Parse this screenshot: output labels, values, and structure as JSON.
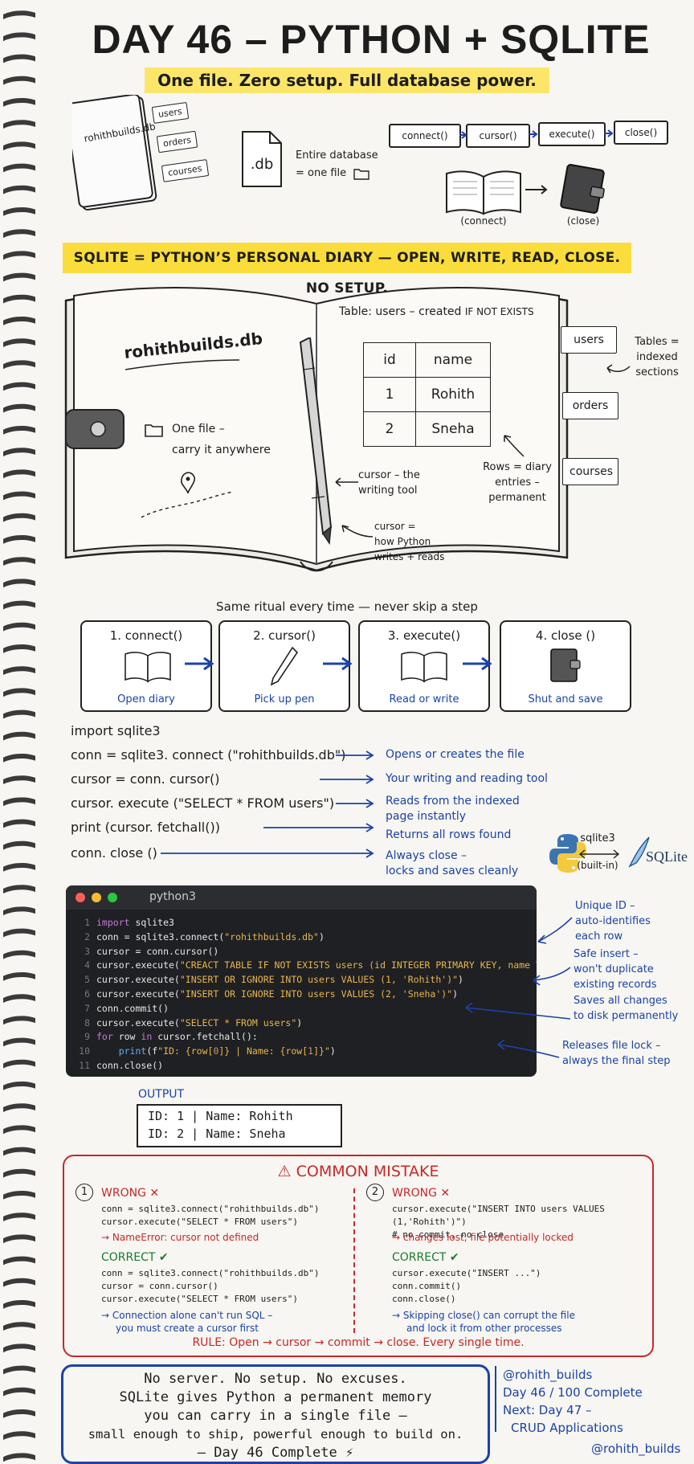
{
  "header": {
    "title": "DAY 46 – PYTHON + SQLITE",
    "subtitle": "One file. Zero setup. Full database power."
  },
  "top_diagram": {
    "db_name": "rohithbuilds.db",
    "tabs": [
      "users",
      "orders",
      "courses"
    ],
    "file_label": ".db",
    "file_caption_1": "Entire database",
    "file_caption_2": "= one file",
    "flow": [
      "connect()",
      "cursor()",
      "execute()",
      "close()"
    ],
    "open_caption": "(connect)",
    "closed_caption": "(close)"
  },
  "banner": "SQLITE = PYTHON’S PERSONAL DIARY — OPEN, WRITE, READ, CLOSE. NO SETUP.",
  "diary": {
    "cover_title": "rohithbuilds.db",
    "one_file_1": "One file –",
    "one_file_2": "carry it anywhere",
    "table_title_a": "Table: users – created",
    "table_title_b": "IF NOT EXISTS",
    "headers": [
      "id",
      "name"
    ],
    "rows": [
      [
        "1",
        "Rohith"
      ],
      [
        "2",
        "Sneha"
      ]
    ],
    "tabs": [
      "users",
      "orders",
      "courses"
    ],
    "tables_note": [
      "Tables =",
      "indexed",
      "sections"
    ],
    "rows_note": [
      "Rows = diary",
      "entries –",
      "permanent"
    ],
    "cursor_note": [
      "cursor – the",
      "writing tool"
    ],
    "cursor_note2": [
      "cursor =",
      "how Python",
      "writes + reads"
    ]
  },
  "ritual": {
    "caption": "Same ritual every time — never skip a step",
    "steps": [
      {
        "title": "1. connect()",
        "caption": "Open diary"
      },
      {
        "title": "2. cursor()",
        "caption": "Pick up pen"
      },
      {
        "title": "3. execute()",
        "caption": "Read or write"
      },
      {
        "title": "4. close ()",
        "caption": "Shut and save"
      }
    ]
  },
  "walkthrough": {
    "import": "import sqlite3",
    "lines": [
      {
        "code": "conn = sqlite3. connect (\"rohithbuilds.db\")",
        "note": [
          "Opens or creates the file"
        ]
      },
      {
        "code": "cursor = conn. cursor()",
        "note": [
          "Your writing and reading tool"
        ]
      },
      {
        "code": "cursor. execute (\"SELECT * FROM users\")",
        "note": [
          "Reads from the indexed",
          "page instantly"
        ]
      },
      {
        "code": "print (cursor. fetchall())",
        "note": [
          "Returns all rows found"
        ]
      },
      {
        "code": "conn. close ()",
        "note": [
          "Always close –",
          "locks and saves cleanly"
        ]
      }
    ],
    "builtin_top": "sqlite3",
    "builtin_bottom": "(built-in)",
    "sqlite_logo": "SQLite"
  },
  "terminal": {
    "title": "python3",
    "annotations": [
      [
        "Unique ID –",
        "auto-identifies",
        "each row"
      ],
      [
        "Safe insert –",
        "won't duplicate",
        "existing records"
      ],
      [
        "Saves all changes",
        "to disk permanently"
      ],
      [
        "Releases file lock –",
        "always the final step"
      ]
    ]
  },
  "output": {
    "label": "OUTPUT",
    "lines": [
      "ID: 1 | Name: Rohith",
      "ID: 2 | Name: Sneha"
    ]
  },
  "mistake": {
    "title": "COMMON MISTAKE",
    "left": {
      "num": "1",
      "wrong_label": "WRONG",
      "wrong_code": [
        "conn = sqlite3.connect(\"rohithbuilds.db\")",
        "cursor.execute(\"SELECT * FROM users\")"
      ],
      "wrong_note": "→ NameError: cursor not defined",
      "correct_label": "CORRECT",
      "correct_code": [
        "conn = sqlite3.connect(\"rohithbuilds.db\")",
        "cursor = conn.cursor()",
        "cursor.execute(\"SELECT * FROM users\")"
      ],
      "correct_note": [
        "→ Connection alone can't run SQL –",
        "you must create a cursor first"
      ]
    },
    "right": {
      "num": "2",
      "wrong_label": "WRONG",
      "wrong_code": [
        "cursor.execute(\"INSERT INTO users VALUES (1,'Rohith')\")",
        "# no commit, no close"
      ],
      "wrong_note": "→ changes lost, file potentially locked",
      "correct_label": "CORRECT",
      "correct_code": [
        "cursor.execute(\"INSERT ...\")",
        "conn.commit()",
        "conn.close()"
      ],
      "correct_note": [
        "→ Skipping close() can corrupt the file",
        "and lock it from other processes"
      ]
    },
    "rule": "RULE: Open → cursor → commit → close. Every single time."
  },
  "footer": {
    "quote": [
      "No server. No setup. No excuses.",
      "SQLite gives Python a permanent memory",
      "you can carry in a single file –",
      "small enough to ship, powerful enough to build on.",
      "— Day 46 Complete ⚡"
    ],
    "handle": "@rohith_builds",
    "progress": "Day 46 / 100 Complete",
    "next_1": "Next: Day 47 –",
    "next_2": "CRUD Applications",
    "handle_bottom": "@rohith_builds"
  },
  "colors": {
    "accent_blue": "#1a42a8",
    "highlight_yellow": "#fadd3a",
    "mistake_red": "#c62828",
    "correct_green": "#1a7a2e"
  }
}
